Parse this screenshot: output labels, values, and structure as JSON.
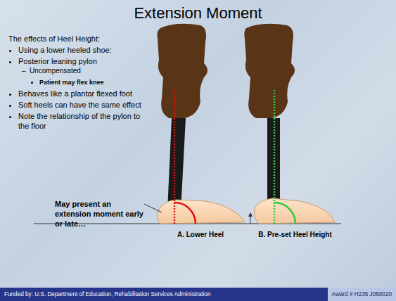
{
  "diagram": {
    "title": "Extension Moment",
    "nodes": [
      {
        "text": [
          "Funded by: U.S. Department of Education, Rehabilitation Services Administration",
          "Award # H235 J050020"
        ]
      }
    ],
    "labels": [
      "The effects of Heel Height:",
      "Using a lower heeled shoe:",
      "Posterior leaning pylon",
      "Uncompensated",
      "Patient may flex knee",
      "Behaves like a plantar flexed foot",
      "Soft heels can have the same effect",
      "Note the relationship of the pylon to the floor",
      "May present an extension moment early or late…",
      "A. Lower Heel",
      "B. Pre-set Heel Height"
    ]
  }
}
